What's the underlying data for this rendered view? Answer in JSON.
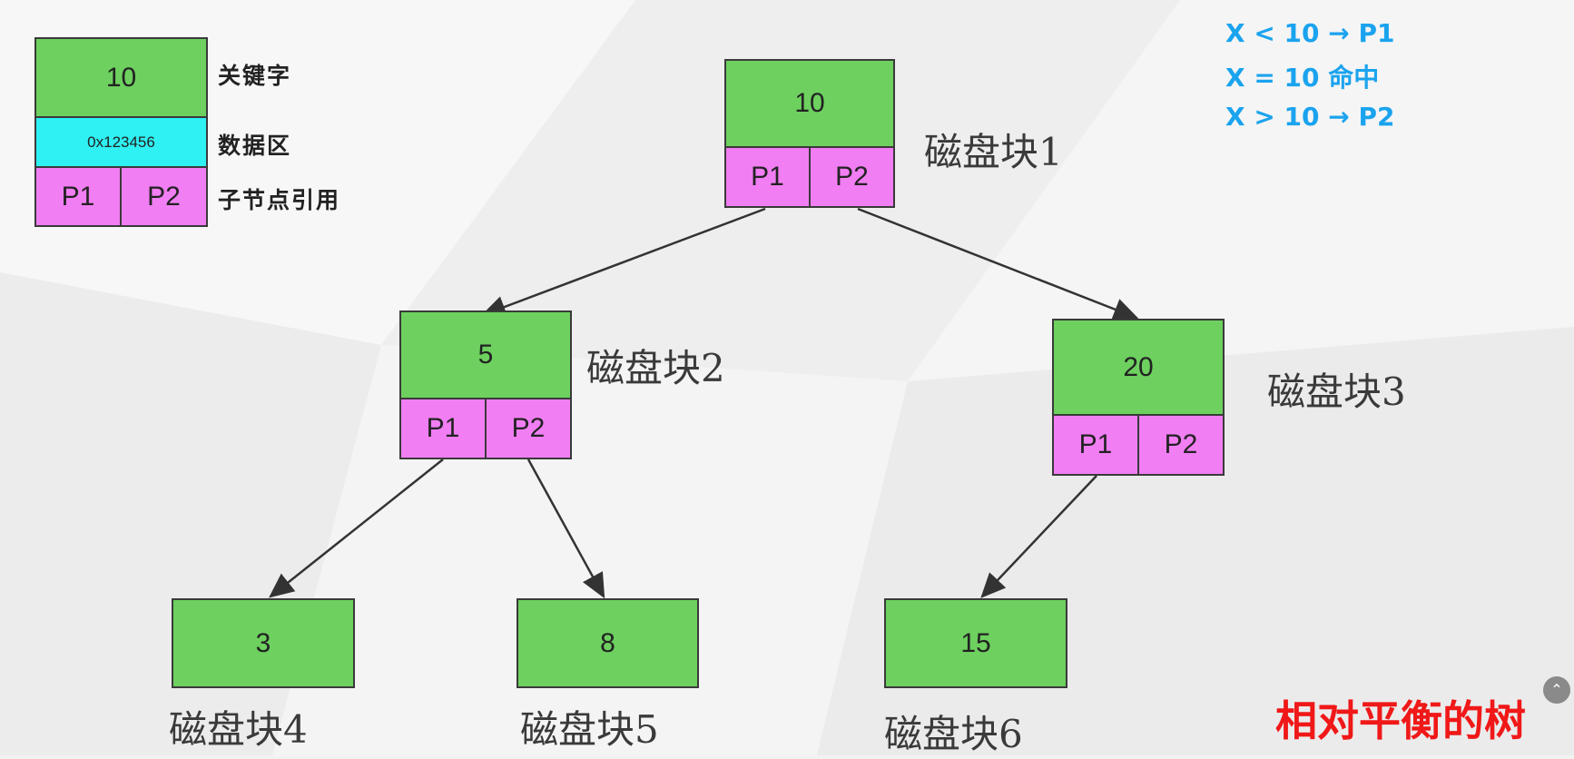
{
  "legend": {
    "key": "10",
    "key_caption": "关键字",
    "data_area": "0x123456",
    "data_caption": "数据区",
    "p1": "P1",
    "p2": "P2",
    "pointer_caption": "子节点引用"
  },
  "rules": [
    "X < 10  → P1",
    "X = 10  命中",
    "X > 10  → P2"
  ],
  "nodes": {
    "block1": {
      "key": "10",
      "p1": "P1",
      "p2": "P2",
      "label": "磁盘块1"
    },
    "block2": {
      "key": "5",
      "p1": "P1",
      "p2": "P2",
      "label": "磁盘块2"
    },
    "block3": {
      "key": "20",
      "p1": "P1",
      "p2": "P2",
      "label": "磁盘块3"
    },
    "block4": {
      "key": "3",
      "label": "磁盘块4"
    },
    "block5": {
      "key": "8",
      "label": "磁盘块5"
    },
    "block6": {
      "key": "15",
      "label": "磁盘块6"
    }
  },
  "caption": "相对平衡的树",
  "colors": {
    "key_fill": "#6dd05f",
    "data_fill": "#2ff0f2",
    "pointer_fill": "#f17ef3",
    "rule_text": "#1aa3ee",
    "caption_text": "#f01818"
  },
  "scroll_icon": "chevron-up-icon"
}
